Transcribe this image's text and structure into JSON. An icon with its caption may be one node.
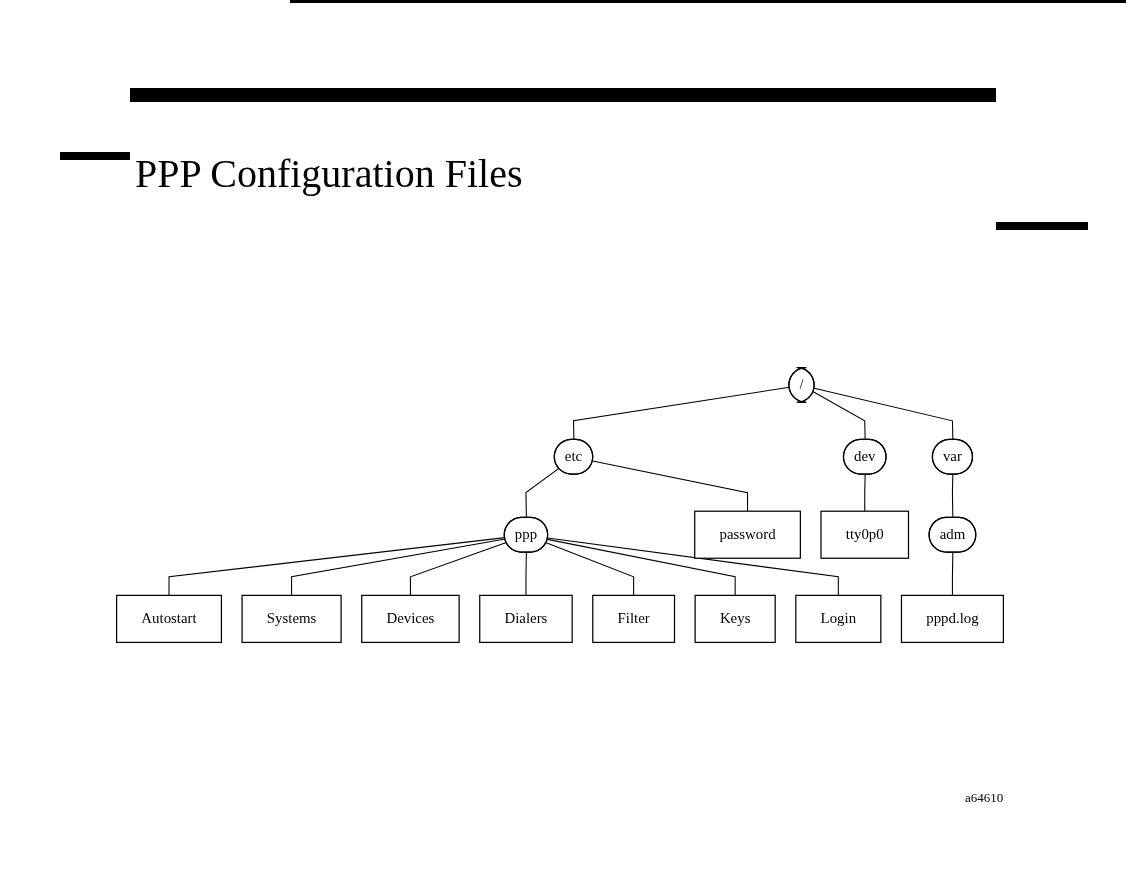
{
  "diagram": {
    "title": "PPP Configuration Files",
    "nodes": [
      {
        "text": [
          "/"
        ]
      },
      {
        "text": [
          "etc"
        ]
      },
      {
        "text": [
          "dev"
        ]
      },
      {
        "text": [
          "var"
        ]
      },
      {
        "text": [
          "ppp"
        ]
      },
      {
        "text": [
          "password"
        ]
      },
      {
        "text": [
          "tty0p0"
        ]
      },
      {
        "text": [
          "adm"
        ]
      },
      {
        "text": [
          "Login"
        ]
      },
      {
        "text": [
          "Autostart"
        ]
      },
      {
        "text": [
          "pppd.log"
        ]
      },
      {
        "text": [
          "Systems"
        ]
      },
      {
        "text": [
          "Keys"
        ]
      },
      {
        "text": [
          "Devices"
        ]
      },
      {
        "text": [
          "Filter"
        ]
      },
      {
        "text": [
          "Dialers"
        ]
      }
    ],
    "edges": [
      {
        "from": 0,
        "to": 1,
        "arrow": "none"
      },
      {
        "from": 0,
        "to": 2,
        "arrow": "none"
      },
      {
        "from": 0,
        "to": 3,
        "arrow": "none"
      },
      {
        "from": 1,
        "to": 4,
        "arrow": "none"
      },
      {
        "from": 1,
        "to": 5,
        "arrow": "none"
      },
      {
        "from": 2,
        "to": 6,
        "arrow": "none"
      },
      {
        "from": 3,
        "to": 7,
        "arrow": "none"
      },
      {
        "from": 4,
        "to": 9,
        "arrow": "none"
      },
      {
        "from": 4,
        "to": 11,
        "arrow": "none"
      },
      {
        "from": 4,
        "to": 13,
        "arrow": "none"
      },
      {
        "from": 4,
        "to": 15,
        "arrow": "none"
      },
      {
        "from": 4,
        "to": 14,
        "arrow": "none"
      },
      {
        "from": 4,
        "to": 12,
        "arrow": "none"
      },
      {
        "from": 4,
        "to": 8,
        "arrow": "none"
      },
      {
        "from": 7,
        "to": 10,
        "arrow": "none"
      }
    ],
    "labels": [
      "a64610"
    ]
  }
}
